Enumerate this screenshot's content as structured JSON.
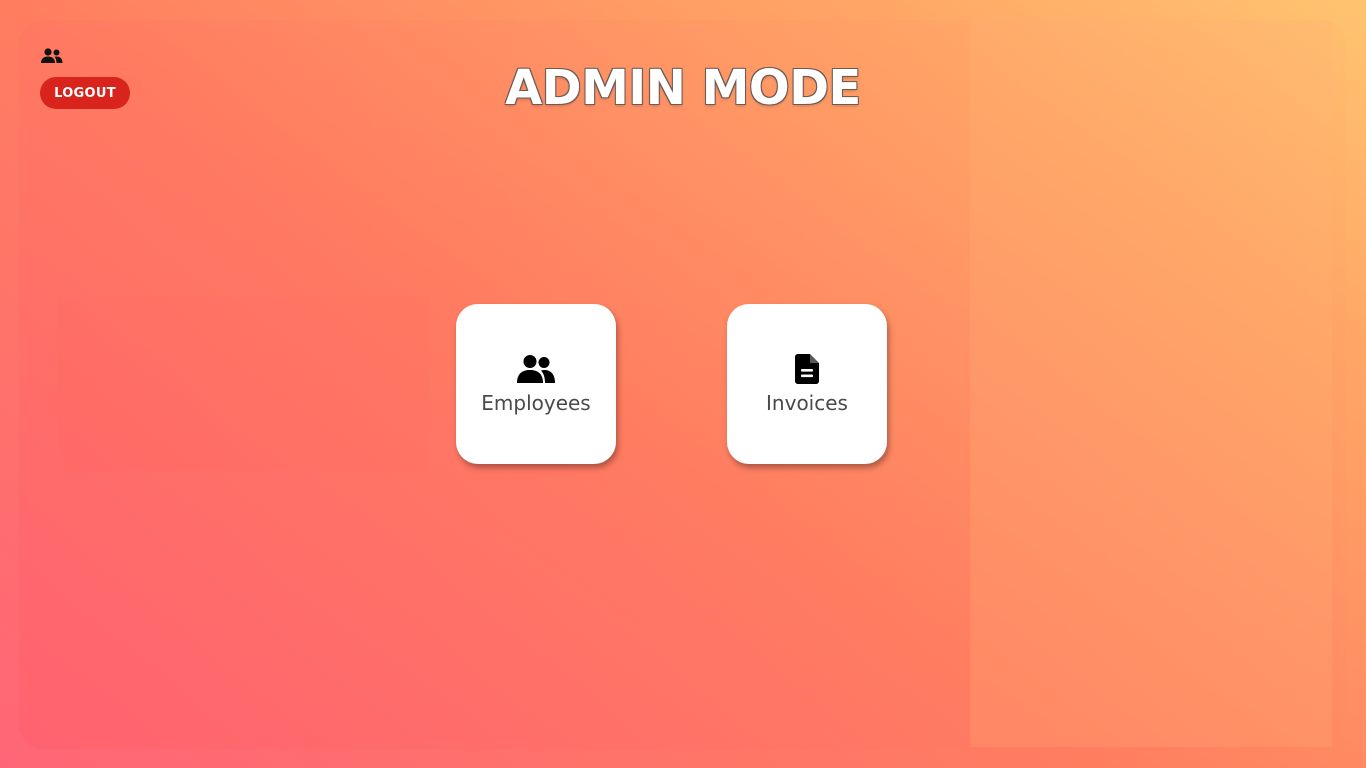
{
  "header": {
    "title": "ADMIN MODE",
    "user_icon": "users-icon",
    "logout_label": "LOGOUT"
  },
  "cards": [
    {
      "label": "Employees",
      "icon": "users-icon"
    },
    {
      "label": "Invoices",
      "icon": "file-document-icon"
    }
  ],
  "colors": {
    "logout": "#d8241c",
    "card_bg": "#ffffff",
    "gradient_start": "#ff6577",
    "gradient_end": "#ffc470"
  }
}
